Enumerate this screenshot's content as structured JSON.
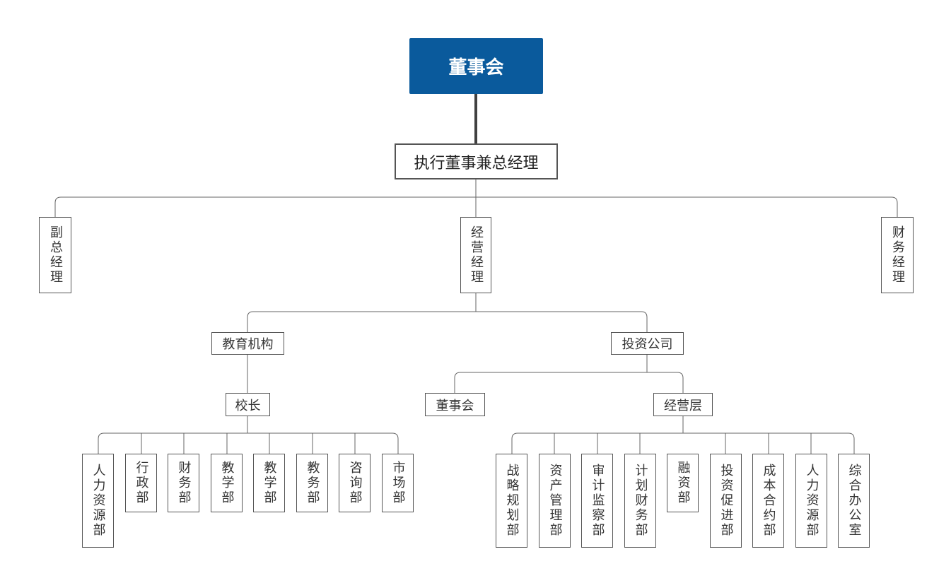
{
  "root": "董事会",
  "ceo": "执行董事兼总经理",
  "vice_gm": "副总经理",
  "ops_gm": "经营经理",
  "finance_gm": "财务经理",
  "edu": {
    "title": "教育机构",
    "principal": "校长",
    "depts": [
      "人力资源部",
      "行政部",
      "财务部",
      "教学部",
      "教学部",
      "教务部",
      "咨询部",
      "市场部"
    ]
  },
  "invest": {
    "title": "投资公司",
    "board": "董事会",
    "mgmt": "经营层",
    "depts": [
      "战略规划部",
      "资产管理部",
      "审计监察部",
      "计划财务部",
      "融资部",
      "投资促进部",
      "成本合约部",
      "人力资源部",
      "综合办公室"
    ]
  },
  "colors": {
    "root_fill": "#0a5a9c",
    "line": "#555555"
  }
}
